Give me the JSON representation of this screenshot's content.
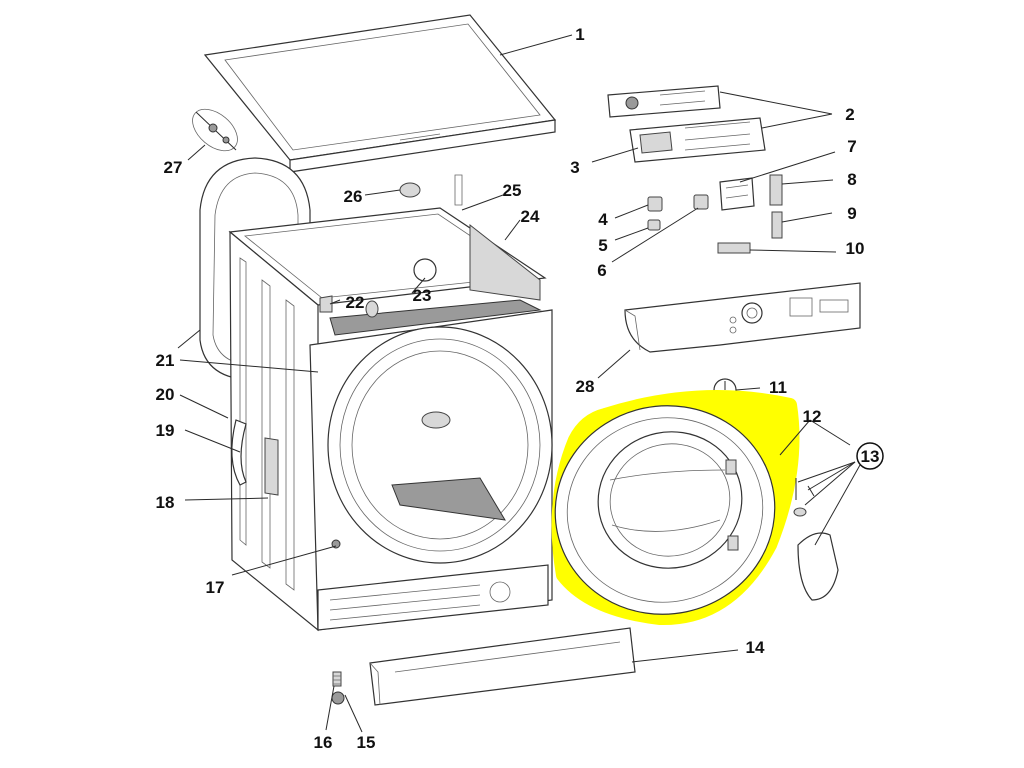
{
  "diagram": {
    "highlight_color": "#ffff00",
    "labels": {
      "p1": "1",
      "p2": "2",
      "p3": "3",
      "p4": "4",
      "p5": "5",
      "p6": "6",
      "p7": "7",
      "p8": "8",
      "p9": "9",
      "p10": "10",
      "p11": "11",
      "p12": "12",
      "p13": "13",
      "p14": "14",
      "p15": "15",
      "p16": "16",
      "p17": "17",
      "p18": "18",
      "p19": "19",
      "p20": "20",
      "p21": "21",
      "p22": "22",
      "p23": "23",
      "p24": "24",
      "p25": "25",
      "p26": "26",
      "p27": "27",
      "p28": "28"
    }
  }
}
